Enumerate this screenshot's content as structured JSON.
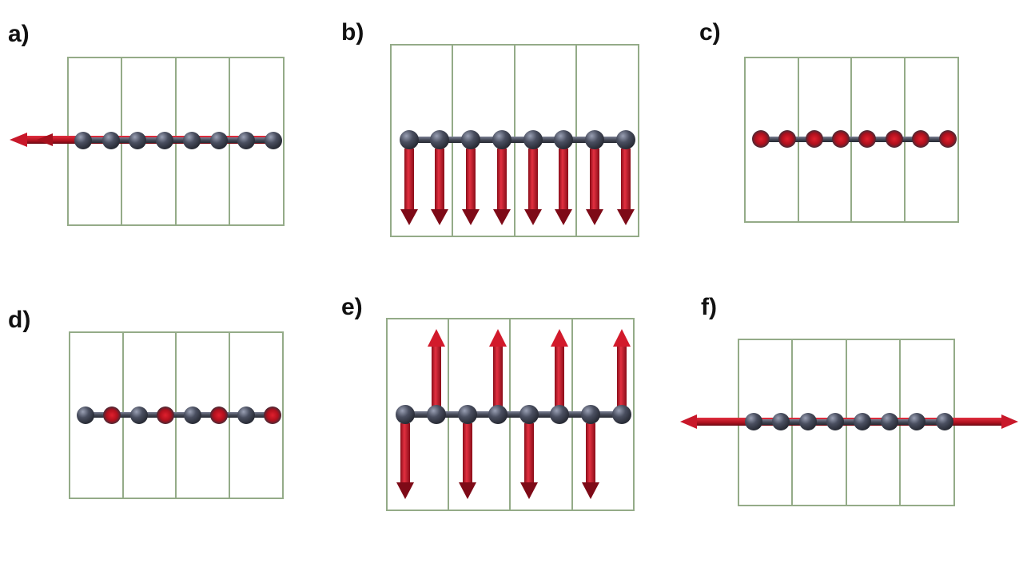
{
  "colors": {
    "cell_border": "#94ab88",
    "atom_dark": "#3e4251",
    "atom_light": "#8a8fa3",
    "bond": "#4a4e5c",
    "arrow_red": "#d21a2b",
    "arrow_dark": "#7e0a17"
  },
  "panels": [
    {
      "label": "a)",
      "mode": "longitudinal-left"
    },
    {
      "label": "b)",
      "mode": "transverse-down-all"
    },
    {
      "label": "c)",
      "mode": "out-of-plane-all"
    },
    {
      "label": "d)",
      "mode": "out-of-plane-alternate"
    },
    {
      "label": "e)",
      "mode": "transverse-alternate"
    },
    {
      "label": "f)",
      "mode": "longitudinal-both-ends"
    }
  ]
}
